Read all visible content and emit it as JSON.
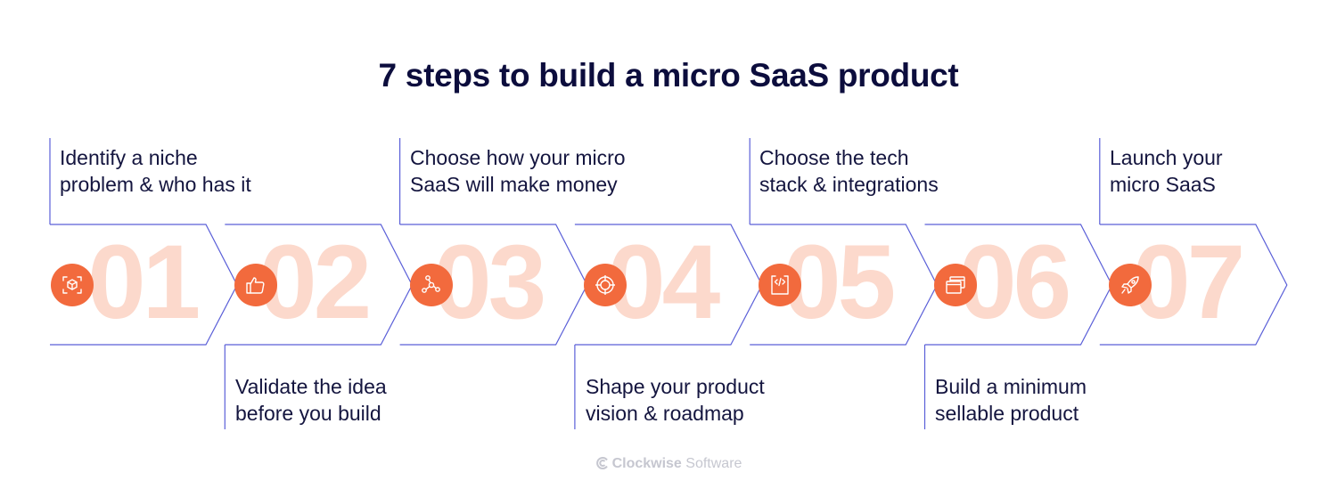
{
  "title": "7 steps to build a micro SaaS product",
  "colors": {
    "accent": "#f26a3d",
    "number": "#fcd9cc",
    "line": "#5a5fd8",
    "text": "#14153f"
  },
  "steps": [
    {
      "number": "01",
      "icon": "cube-scan-icon",
      "line1": "Identify a niche",
      "line2": "problem & who has it",
      "text_position": "top"
    },
    {
      "number": "02",
      "icon": "thumbs-up-icon",
      "line1": "Validate the idea",
      "line2": "before you build",
      "text_position": "bottom"
    },
    {
      "number": "03",
      "icon": "network-nodes-icon",
      "line1": "Choose how your micro",
      "line2": "SaaS will make money",
      "text_position": "top"
    },
    {
      "number": "04",
      "icon": "target-icon",
      "line1": "Shape your product",
      "line2": "vision & roadmap",
      "text_position": "bottom"
    },
    {
      "number": "05",
      "icon": "code-window-icon",
      "line1": "Choose the tech",
      "line2": "stack & integrations",
      "text_position": "top"
    },
    {
      "number": "06",
      "icon": "stacked-windows-icon",
      "line1": "Build a minimum",
      "line2": "sellable product",
      "text_position": "bottom"
    },
    {
      "number": "07",
      "icon": "rocket-icon",
      "line1": "Launch your",
      "line2": "micro SaaS",
      "text_position": "top"
    }
  ],
  "footer": {
    "brand_bold": "Clockwise",
    "brand_light": " Software",
    "logo_icon": "clockwise-logo-icon"
  }
}
